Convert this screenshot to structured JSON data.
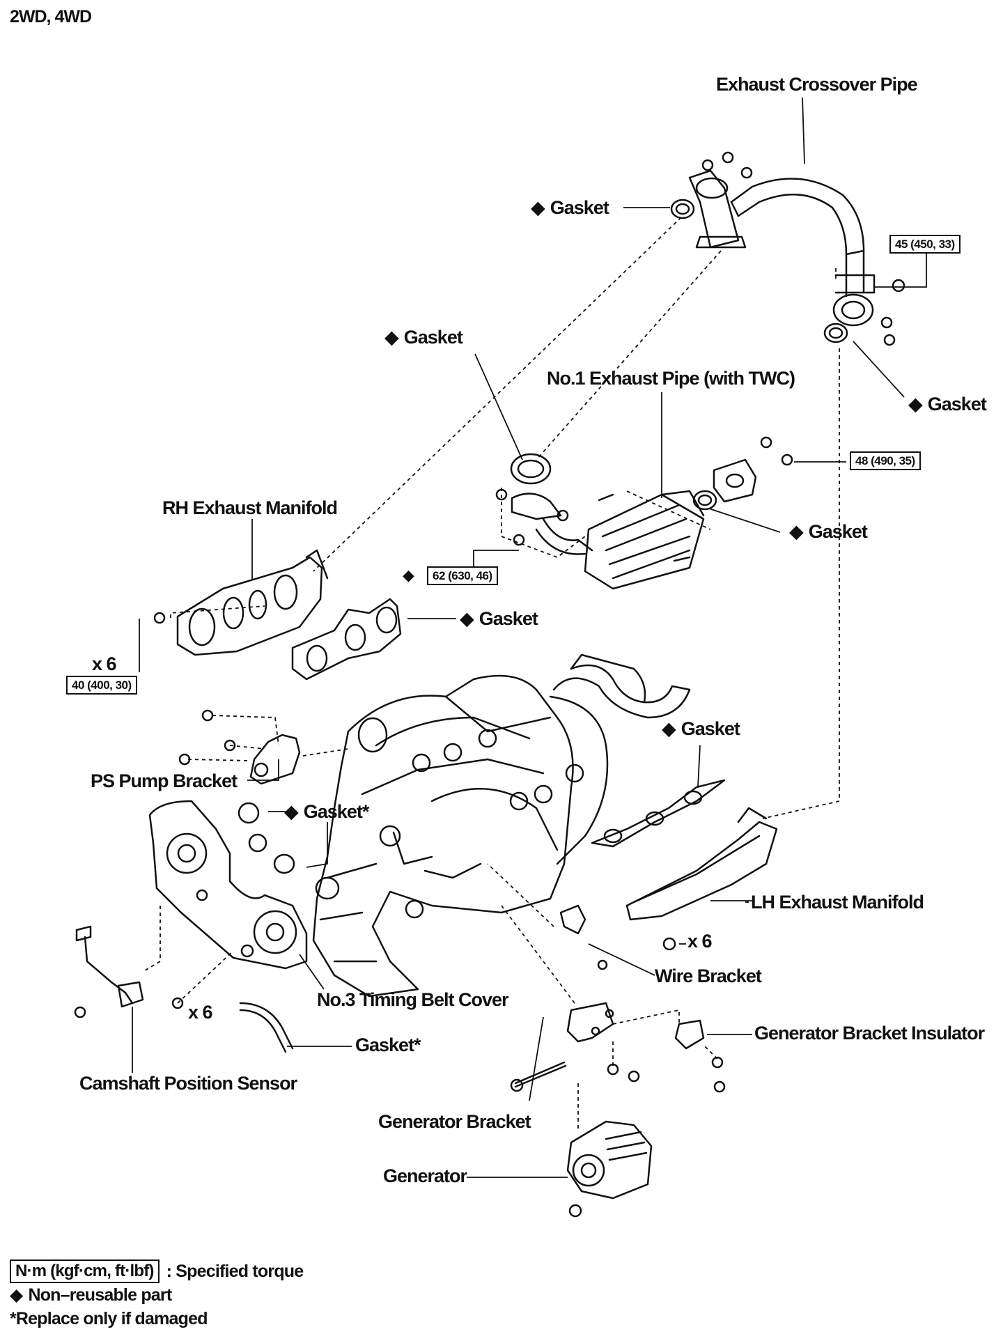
{
  "header": {
    "title": "2WD, 4WD"
  },
  "labels": {
    "exhaust_crossover_pipe": "Exhaust Crossover Pipe",
    "gasket_crossover_left": "Gasket",
    "gasket_no1_pipe_top": "Gasket",
    "no1_exhaust_pipe": "No.1 Exhaust Pipe (with TWC)",
    "gasket_crossover_right": "Gasket",
    "gasket_no1_pipe_right": "Gasket",
    "rh_exhaust_manifold": "RH Exhaust Manifold",
    "gasket_rh_manifold": "Gasket",
    "x6_rh": "x 6",
    "gasket_lh_manifold": "Gasket",
    "ps_pump_bracket": "PS Pump Bracket",
    "gasket_star_seals": "Gasket*",
    "lh_exhaust_manifold": "LH Exhaust Manifold",
    "x6_lh": "x 6",
    "wire_bracket": "Wire Bracket",
    "no3_timing_belt_cover": "No.3 Timing Belt Cover",
    "x6_cover": "x 6",
    "gasket_star_tube": "Gasket*",
    "generator_bracket_insulator": "Generator Bracket Insulator",
    "camshaft_position_sensor": "Camshaft Position Sensor",
    "generator_bracket": "Generator Bracket",
    "generator": "Generator"
  },
  "torque_specs": {
    "crossover_flange": "45 (450, 33)",
    "no1_pipe_flange": "48 (490, 35)",
    "no1_pipe_manifold": "62 (630, 46)",
    "rh_manifold": "40 (400, 30)"
  },
  "legend": {
    "torque_box": "N·m (kgf·cm, ft·lbf)",
    "torque_text": ": Specified torque",
    "non_reusable": "Non–reusable part",
    "replace_note": "*Replace only if damaged"
  }
}
